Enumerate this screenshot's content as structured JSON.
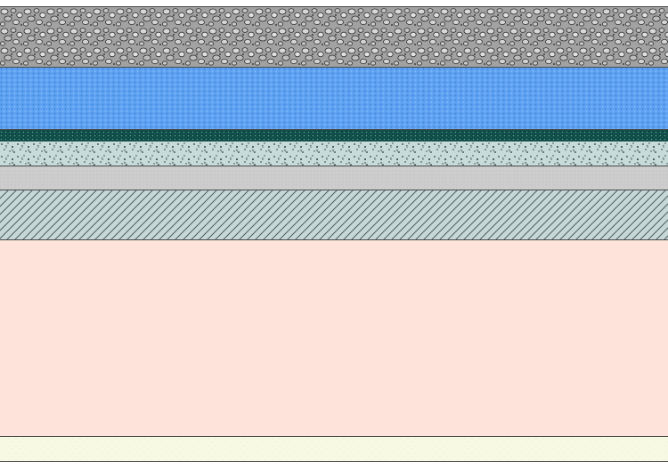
{
  "layers": [
    {
      "name": "gravel",
      "fill": "#9f9f9f",
      "pattern": "gravel"
    },
    {
      "name": "water",
      "fill": "#5b9ff2",
      "pattern": "wave-dots"
    },
    {
      "name": "dark-band",
      "fill": "#0f4d48",
      "pattern": "fine-dots"
    },
    {
      "name": "speckled-aggregate",
      "fill": "#c9dcdc",
      "pattern": "speckle"
    },
    {
      "name": "grey-fill",
      "fill": "#cdcdcd",
      "pattern": "fine-noise"
    },
    {
      "name": "hatched",
      "fill": "#c6d8d8",
      "pattern": "diagonal-hatch"
    },
    {
      "name": "peach-block",
      "fill": "#fde3d9",
      "pattern": "solid"
    },
    {
      "name": "cream-base",
      "fill": "#f8f9e3",
      "pattern": "faint-dots"
    }
  ]
}
